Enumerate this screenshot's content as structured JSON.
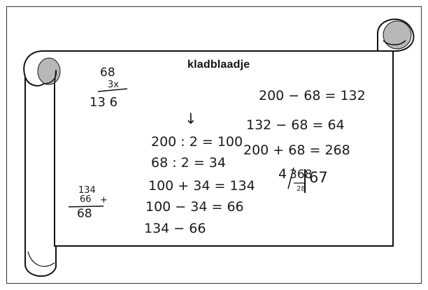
{
  "title": "kladblaadje",
  "colors": {
    "paper": "#ffffff",
    "ink": "#1a1a1a",
    "curl_shade": "#b8b8b8"
  },
  "notes": {
    "left_top": {
      "num1": "68",
      "num2": "3x",
      "result": "13 6"
    },
    "left_bottom": {
      "a": "134",
      "b": "66",
      "plus": "+",
      "result": "68"
    },
    "middle": {
      "arrow": "↓",
      "lines": [
        "200 : 2 = 100",
        "68 : 2 = 34",
        "100 + 34 = 134",
        "100 − 34 = 66",
        "134 − 66"
      ]
    },
    "right": {
      "lines": [
        "200 − 68 = 132",
        "132 − 68 = 64",
        "200 + 68 = 268"
      ],
      "division": {
        "divisor": "4",
        "dividend": "368",
        "quotient": "67",
        "remainder": "28"
      }
    }
  }
}
